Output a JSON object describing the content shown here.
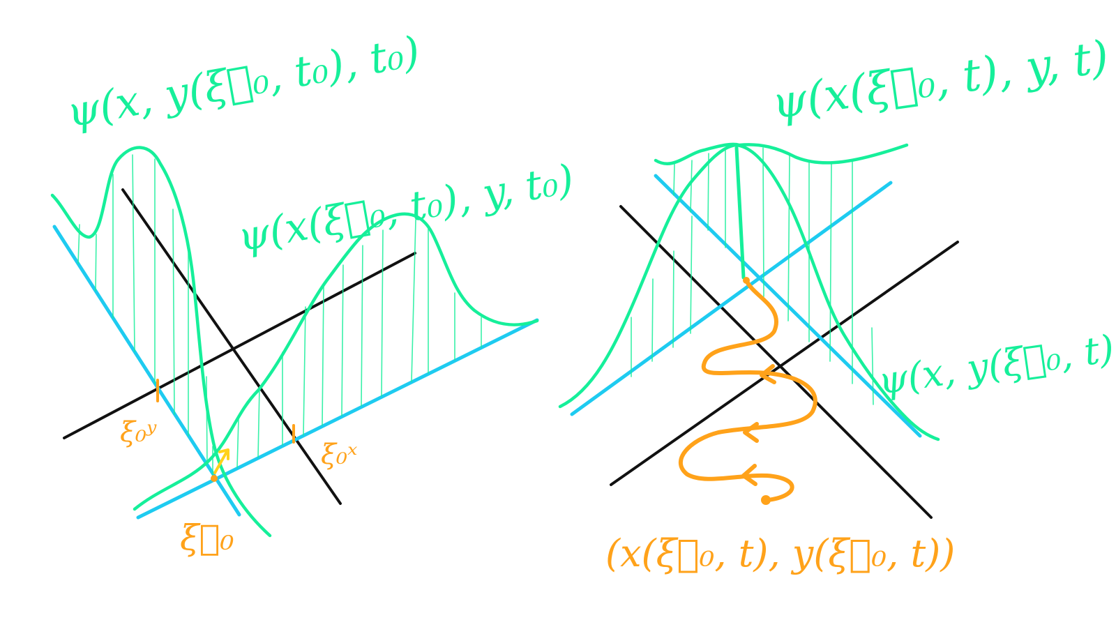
{
  "colors": {
    "background": "#ffffff",
    "axes": "#111111",
    "slice_lines": "#1ecbf0",
    "wavefunction": "#16ef9a",
    "trajectory": "#ffa21a"
  },
  "left_panel": {
    "label_psi_y_slice": "ψ(x, y(ξ⃗₀, t₀), t₀)",
    "label_psi_x_slice": "ψ(x(ξ⃗₀, t₀), y, t₀)",
    "label_xi_y": "ξ₀ʸ",
    "label_xi_x": "ξ₀ˣ",
    "label_xi_vec": "ξ⃗₀"
  },
  "right_panel": {
    "label_psi_x_slice": "ψ(x(ξ⃗₀, t), y, t)",
    "label_psi_y_slice": "ψ(x, y(ξ⃗₀, t), t)",
    "label_trajectory": "(x(ξ⃗₀, t), y(ξ⃗₀, t))"
  }
}
